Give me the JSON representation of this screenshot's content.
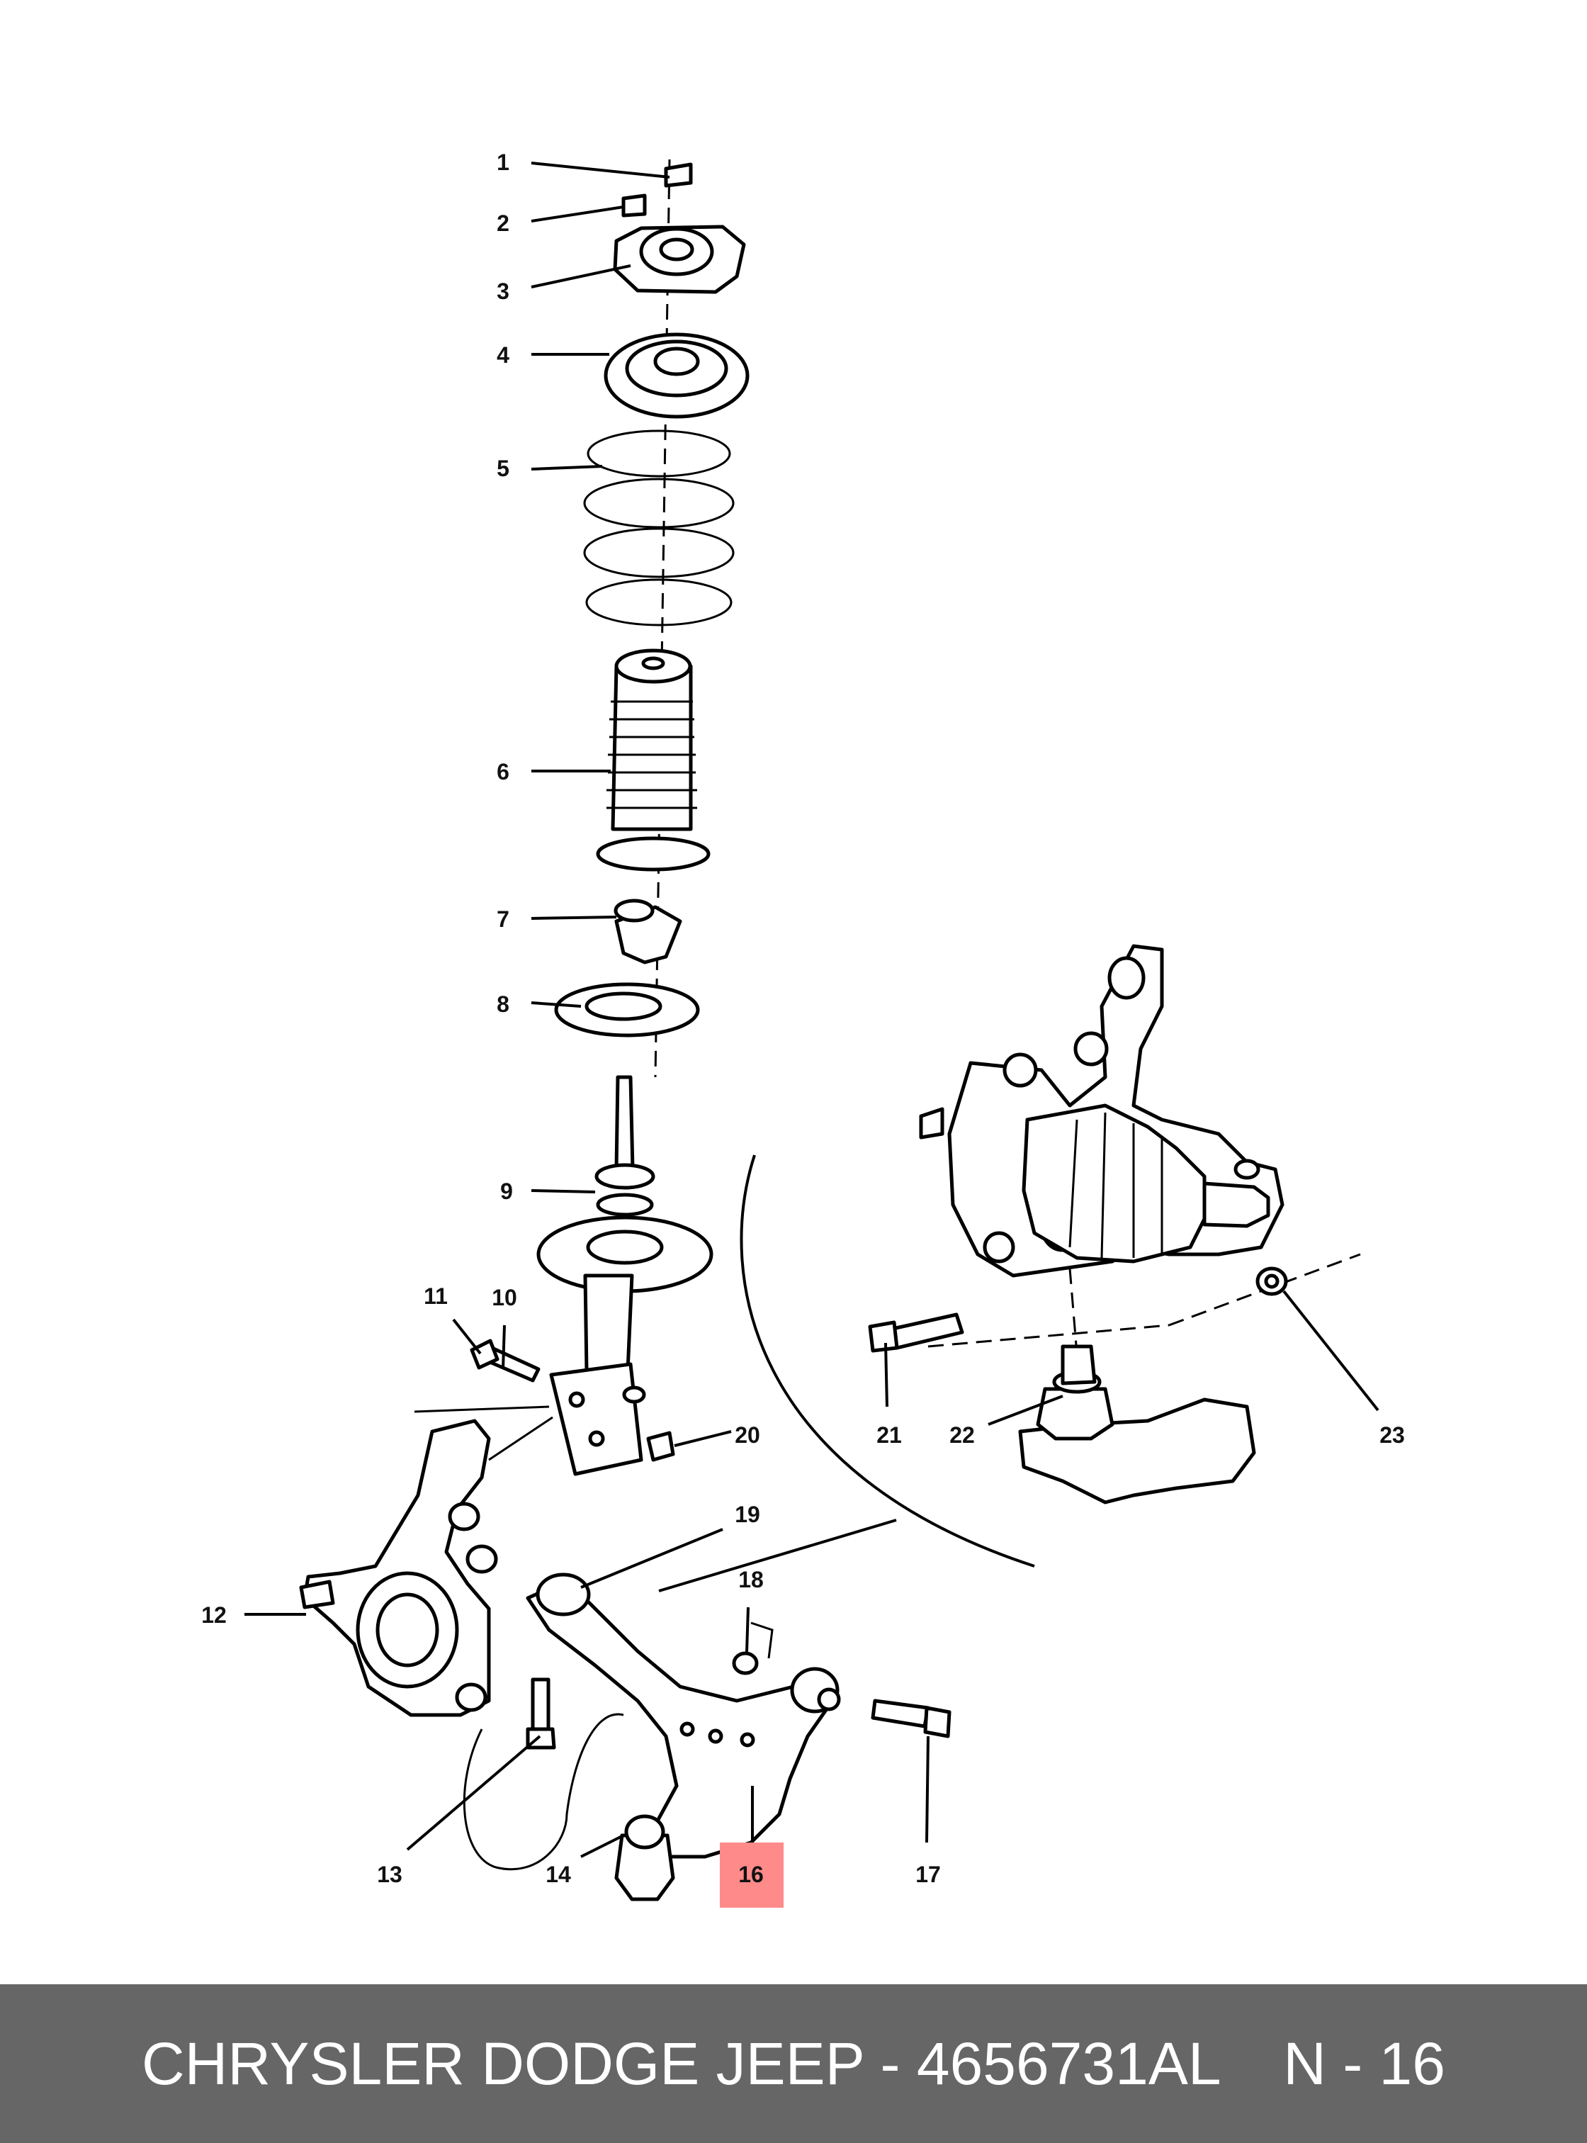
{
  "callouts": {
    "c1": "1",
    "c2": "2",
    "c3": "3",
    "c4": "4",
    "c5": "5",
    "c6": "6",
    "c7": "7",
    "c8": "8",
    "c9": "9",
    "c10": "10",
    "c11": "11",
    "c12": "12",
    "c13": "13",
    "c14": "14",
    "c16": "16",
    "c17": "17",
    "c18": "18",
    "c19": "19",
    "c20": "20",
    "c21": "21",
    "c22": "22",
    "c23": "23"
  },
  "highlighted_part": "16",
  "highlight_color": "#ff8a8a",
  "footer": {
    "title": "CHRYSLER DODGE JEEP - 4656731AL",
    "page": "N - 16",
    "background": "#666666"
  }
}
